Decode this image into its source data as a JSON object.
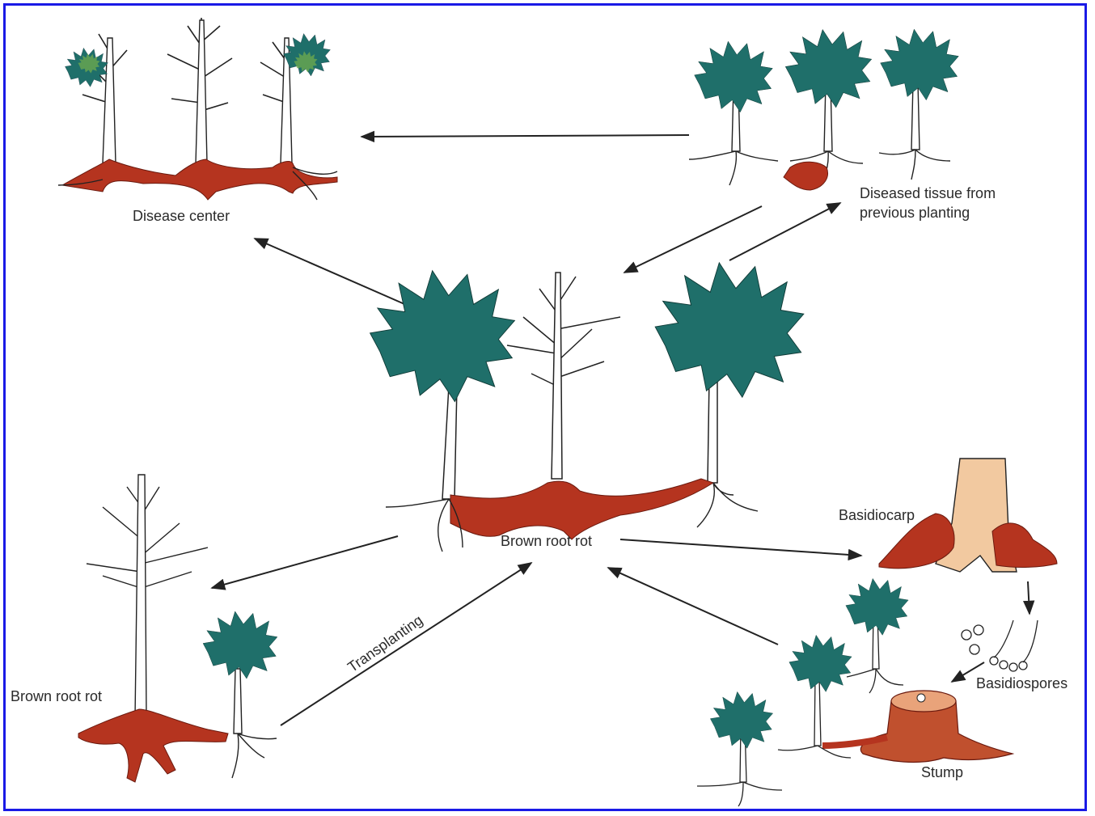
{
  "labels": {
    "disease_center": "Disease center",
    "diseased_tissue_line1": "Diseased tissue from",
    "diseased_tissue_line2": "previous planting",
    "brown_root_rot_center": "Brown root rot",
    "brown_root_rot_left": "Brown root rot",
    "transplanting": "Transplanting",
    "basidiocarp": "Basidiocarp",
    "basidiospores": "Basidiospores",
    "stump": "Stump"
  },
  "colors": {
    "border": "#1a1ae6",
    "foliage": "#1f6f6a",
    "foliage_light": "#6aa84f",
    "root_rot": "#b5341f",
    "stump": "#c0502e",
    "trunk": "#ffffff",
    "ink": "#222222"
  }
}
